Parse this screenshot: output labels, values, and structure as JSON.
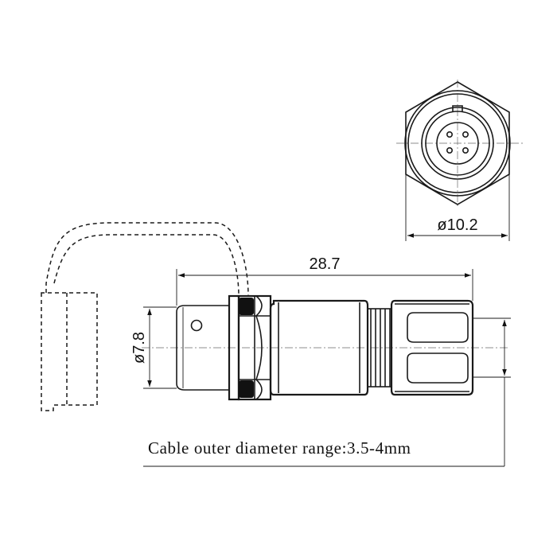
{
  "dimensions": {
    "front_diameter": "ø10.2",
    "overall_length": "28.7",
    "body_diameter": "ø7.8"
  },
  "note": "Cable outer diameter range:3.5-4mm"
}
